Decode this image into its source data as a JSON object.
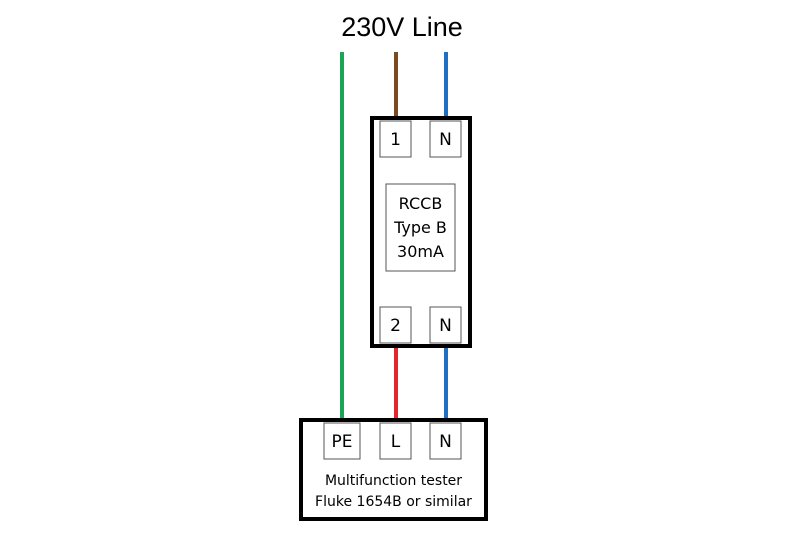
{
  "title": "230V Line",
  "wire_colors": {
    "protective_earth": "#1aa653",
    "line_in": "#7b4a1e",
    "neutral": "#1f6fc2",
    "line_out": "#e3262b"
  },
  "rccb": {
    "terminals_top": [
      "1",
      "N"
    ],
    "terminals_bottom": [
      "2",
      "N"
    ],
    "label_lines": [
      "RCCB",
      "Type B",
      "30mA"
    ]
  },
  "tester": {
    "terminals": [
      "PE",
      "L",
      "N"
    ],
    "label_lines": [
      "Multifunction tester",
      "Fluke 1654B or similar"
    ]
  }
}
